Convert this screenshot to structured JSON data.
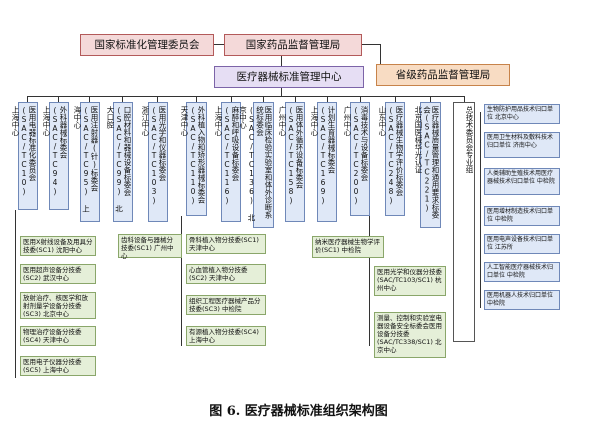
{
  "top": {
    "sac": "国家标准化管理委员会",
    "nmpa": "国家药品监督管理局",
    "center": "医疗器械标准管理中心",
    "provincial": "省级药品监督管理局"
  },
  "columns": [
    "医用电器标准化委员会(SAC/TC10) 上海中心",
    "外科器械标委会(SAC/TC94) 上海中心",
    "医用注射器(针)标委会(SAC/TC95) 上海中心",
    "口腔材料和器械设备标委会(SAC/TC99) 北大口腔",
    "医用光学和仪器标委会(SAC/TC103) 浙江中心",
    "外科植入物和矫形器械标委会(SAC/TC110) 天津中心",
    "麻醉和呼吸设备标委会(SAC/TC116) 上海中心",
    "医用临床检验实验室和体外诊断系统标委会(SAC/TC136) 北京中心",
    "医用体外循环设备标委会(SAC/TC158) 广州中心",
    "计划生育器械标委会(SAC/TC169) 上海中心",
    "消毒技术与设备标委会(SAC/TC200) 广州中心",
    "医疗器械生物学评价标委会(SAC/TC248) 山东中心",
    "医疗器械质量管理和通用要求标委会(SAC/TC221) 北京国医械华光认证",
    "总技术委员会专业组"
  ],
  "subs": {
    "c1": [
      "医用X射线设备及用具分技委(SC1) 沈阳中心",
      "医用超声设备分技委(SC2) 武汉中心",
      "放射治疗、核医学和放射剂量学设备分技委(SC3) 北京中心",
      "物理治疗设备分技委(SC4) 天津中心",
      "医用电子仪器分技委(SC5) 上海中心"
    ],
    "c4": [
      "齿科设备与器械分技委(SC1) 广州中心"
    ],
    "c6": [
      "骨科植入物分技委(SC1) 天津中心",
      "心血管植入物分技委(SC2) 天津中心",
      "组织工程医疗器械产品分技委(SC3) 中检院",
      "有源植入物分技委(SC4) 上海中心"
    ],
    "c12": [
      "纳米医疗器械生物学评价(SC1) 中检院"
    ],
    "c13": [
      "医用光学和仪器分技委 (SAC/TC103/SC1) 杭州中心",
      "测量、控制和实验室电器设备安全标委会医用设备分技委(SAC/TC338/SC1) 北京中心"
    ]
  },
  "right": [
    "生物防护用品技术归口单位 北京中心",
    "医用卫生材料及敷料技术归口单位 济南中心",
    "人类辅助生殖技术用医疗器械技术归口单位 中检院",
    "医用增材制造技术归口单位 中检院",
    "医用电声设备技术归口单位 江苏所",
    "人工智能医疗器械技术归口单位 中检院",
    "医用机器人技术归口单位 中检院"
  ],
  "caption": "图 6. 医疗器械标准组织架构图"
}
